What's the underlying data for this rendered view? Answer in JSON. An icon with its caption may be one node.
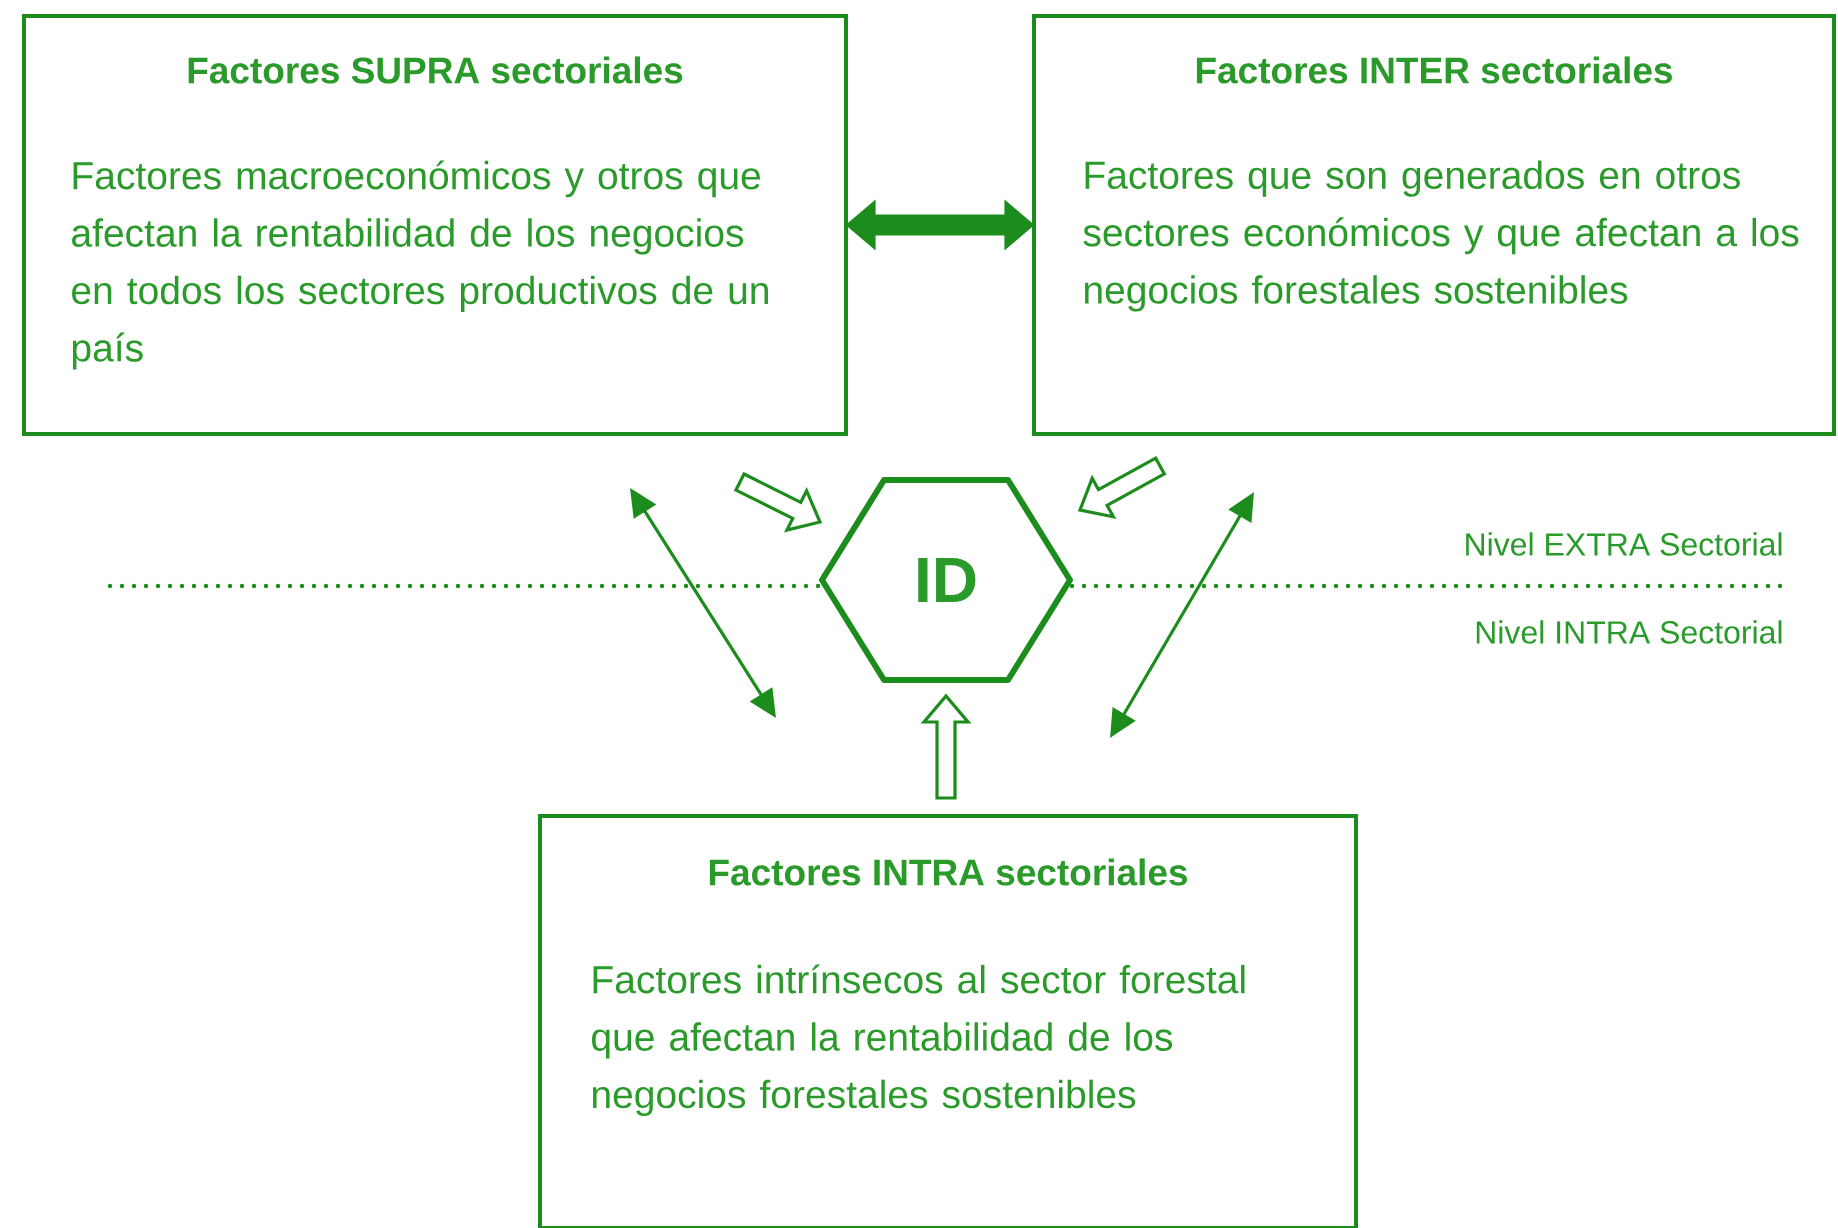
{
  "diagram": {
    "nodes": [
      {
        "text": [
          "Factores SUPRA sectoriales",
          "Factores macroeconómicos y otros que afectan la rentabilidad de los negocios en todos los sectores productivos de un país"
        ]
      },
      {
        "text": [
          "Factores INTER sectoriales",
          "Factores que son generados en otros sectores económicos y que afectan a los negocios forestales sostenibles"
        ]
      },
      {
        "text": [
          "ID"
        ]
      },
      {
        "text": [
          "Factores INTRA sectoriales",
          "Factores intrínsecos al sector forestal que afectan la rentabilidad de los negocios forestales sostenibles"
        ]
      }
    ],
    "edges": [
      {
        "from": 0,
        "to": 1,
        "arrow": "both",
        "style": "thick"
      },
      {
        "from": 0,
        "to": 2,
        "arrow": "to",
        "style": "thick"
      },
      {
        "from": 1,
        "to": 2,
        "arrow": "to",
        "style": "thick"
      },
      {
        "from": 3,
        "to": 2,
        "arrow": "to",
        "style": "thick"
      },
      {
        "from": 0,
        "to": 3,
        "arrow": "both"
      },
      {
        "from": 1,
        "to": 3,
        "arrow": "both"
      }
    ],
    "labels": [
      "Nivel EXTRA Sectorial",
      "Nivel INTRA Sectorial"
    ]
  }
}
